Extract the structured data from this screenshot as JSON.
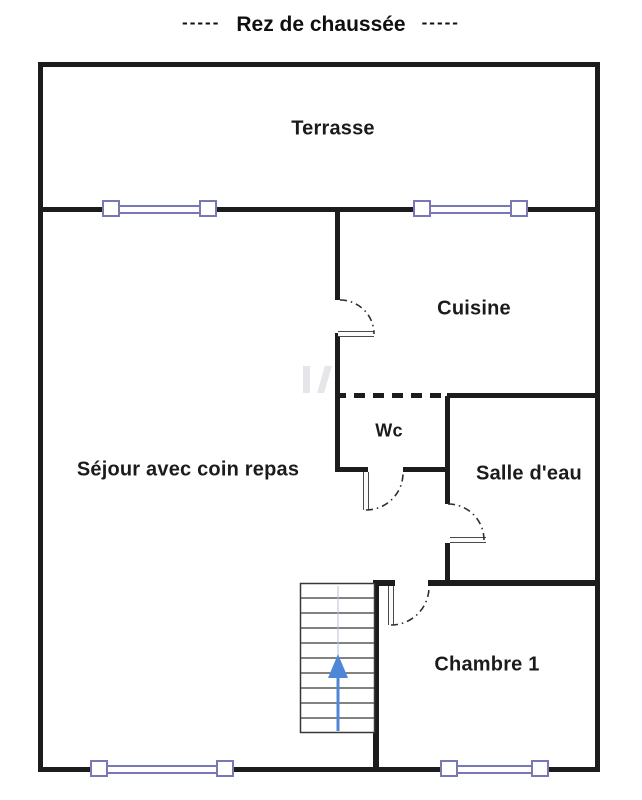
{
  "page": {
    "title_text": "Rez de chaussée",
    "title_dashes": "-----"
  },
  "rooms": {
    "terrasse": "Terrasse",
    "cuisine": "Cuisine",
    "wc": "Wc",
    "sejour": "Séjour avec coin repas",
    "salle_eau": "Salle d'eau",
    "chambre1": "Chambre 1"
  },
  "stairs": {
    "direction": "up",
    "arrow_icon": "up-arrow-icon",
    "tread_count": 10
  },
  "features": {
    "windows": [
      "terrace-wall-left-window",
      "terrace-wall-right-window",
      "bottom-wall-left-window",
      "bottom-wall-right-window"
    ],
    "doors": [
      "cuisine-door",
      "wc-door",
      "salle-eau-door",
      "chambre1-door"
    ]
  },
  "colors": {
    "wall": "#1c1c1c",
    "window_frame": "#7878b6",
    "stairs_arrow": "#4f87d8",
    "watermark": "#e6e6ea"
  }
}
